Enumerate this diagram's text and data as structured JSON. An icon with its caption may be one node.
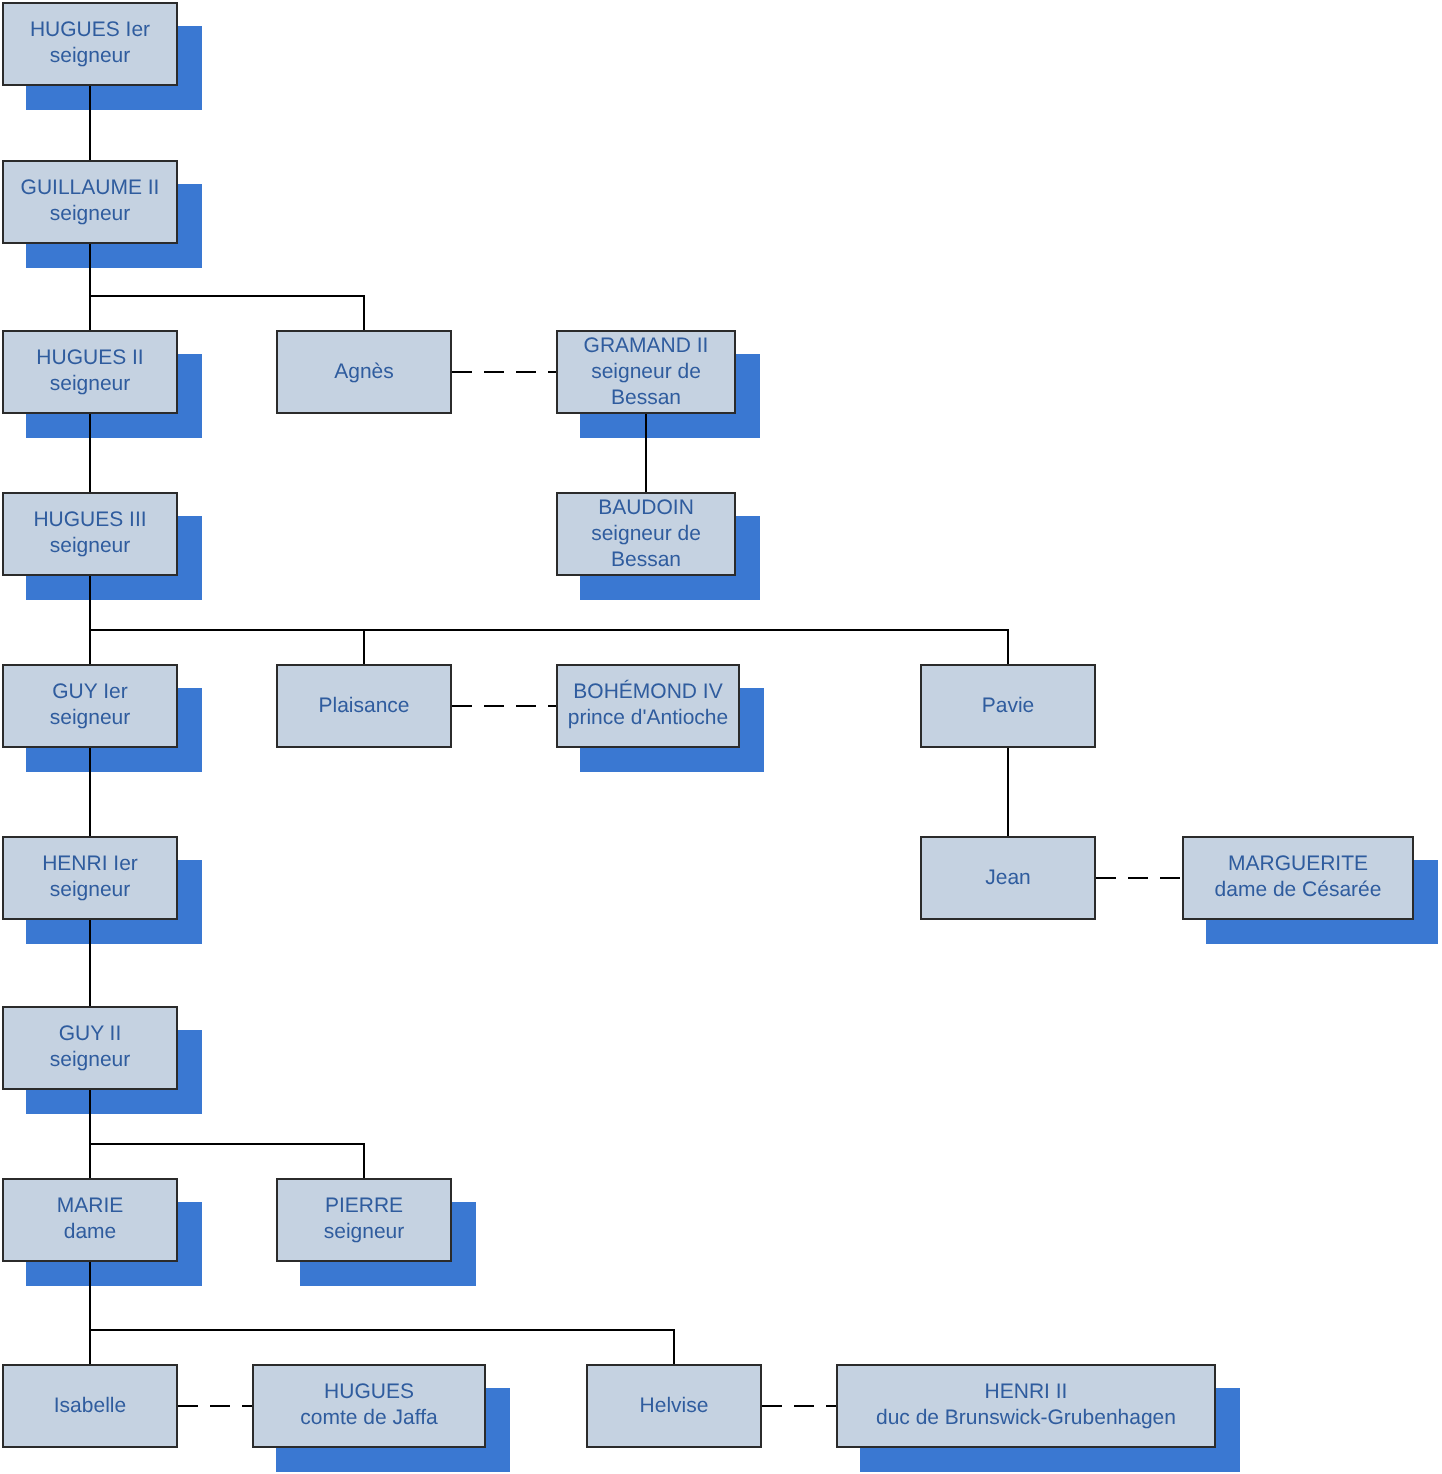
{
  "diagram": {
    "nodes": [
      {
        "text": [
          "HUGUES Ier",
          "seigneur"
        ]
      },
      {
        "text": [
          "GUILLAUME II",
          "seigneur"
        ]
      },
      {
        "text": [
          "HUGUES II",
          "seigneur"
        ]
      },
      {
        "text": [
          "Agnès"
        ]
      },
      {
        "text": [
          "GRAMAND II",
          "seigneur de Bessan"
        ]
      },
      {
        "text": [
          "HUGUES III",
          "seigneur"
        ]
      },
      {
        "text": [
          "BAUDOIN",
          "seigneur de Bessan"
        ]
      },
      {
        "text": [
          "GUY Ier",
          "seigneur"
        ]
      },
      {
        "text": [
          "Plaisance"
        ]
      },
      {
        "text": [
          "BOHÉMOND IV",
          "prince d'Antioche"
        ]
      },
      {
        "text": [
          "Pavie"
        ]
      },
      {
        "text": [
          "HENRI Ier",
          "seigneur"
        ]
      },
      {
        "text": [
          "Jean"
        ]
      },
      {
        "text": [
          "MARGUERITE",
          "dame de Césarée"
        ]
      },
      {
        "text": [
          "GUY II",
          "seigneur"
        ]
      },
      {
        "text": [
          "MARIE",
          "dame"
        ]
      },
      {
        "text": [
          "PIERRE",
          "seigneur"
        ]
      },
      {
        "text": [
          "Isabelle"
        ]
      },
      {
        "text": [
          "HUGUES",
          "comte de Jaffa"
        ]
      },
      {
        "text": [
          "Helvise"
        ]
      },
      {
        "text": [
          "HENRI II",
          "duc de Brunswick-Grubenhagen"
        ]
      }
    ],
    "edges": [
      {
        "from": 0,
        "to": 1,
        "arrow": "none"
      },
      {
        "from": 1,
        "to": 2,
        "arrow": "none"
      },
      {
        "from": 1,
        "to": 3,
        "arrow": "none"
      },
      {
        "from": 3,
        "to": 4,
        "arrow": "none",
        "style": "dashed"
      },
      {
        "from": 2,
        "to": 5,
        "arrow": "none"
      },
      {
        "from": 4,
        "to": 6,
        "arrow": "none"
      },
      {
        "from": 5,
        "to": 7,
        "arrow": "none"
      },
      {
        "from": 5,
        "to": 8,
        "arrow": "none"
      },
      {
        "from": 5,
        "to": 10,
        "arrow": "none"
      },
      {
        "from": 8,
        "to": 9,
        "arrow": "none",
        "style": "dashed"
      },
      {
        "from": 7,
        "to": 11,
        "arrow": "none"
      },
      {
        "from": 10,
        "to": 12,
        "arrow": "none"
      },
      {
        "from": 12,
        "to": 13,
        "arrow": "none",
        "style": "dashed"
      },
      {
        "from": 11,
        "to": 14,
        "arrow": "none"
      },
      {
        "from": 14,
        "to": 15,
        "arrow": "none"
      },
      {
        "from": 14,
        "to": 16,
        "arrow": "none"
      },
      {
        "from": 15,
        "to": 17,
        "arrow": "none"
      },
      {
        "from": 15,
        "to": 19,
        "arrow": "none"
      },
      {
        "from": 17,
        "to": 18,
        "arrow": "none",
        "style": "dashed"
      },
      {
        "from": 19,
        "to": 20,
        "arrow": "none",
        "style": "dashed"
      }
    ]
  }
}
